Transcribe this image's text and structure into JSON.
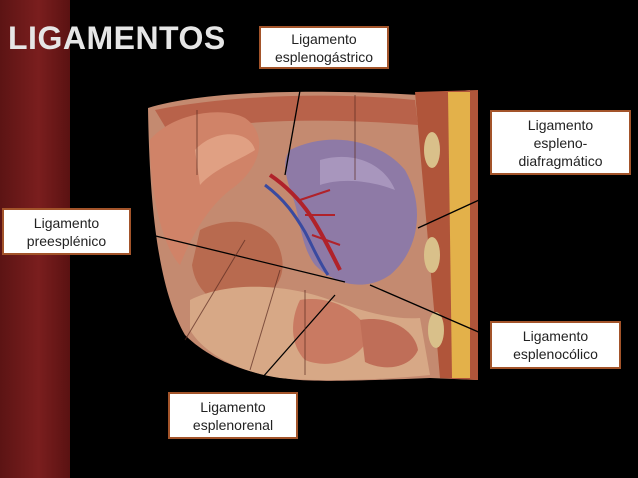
{
  "title": "LIGAMENTOS",
  "labels": {
    "esplenogastrico": "Ligamento\nesplenogástrico",
    "esplenodiafragmatico": "Ligamento\nespleno-\ndiafragmático",
    "preesplenico": "Ligamento\npreesplénico",
    "esplenocolico": "Ligamento\nesplenocólico",
    "esplenorenal": "Ligamento\nesplenorenal"
  },
  "colors": {
    "accent_band": "#7a1e1e",
    "label_border": "#a3542a",
    "spleen": "#8e7aa6",
    "tissue": "#c98a6e"
  }
}
